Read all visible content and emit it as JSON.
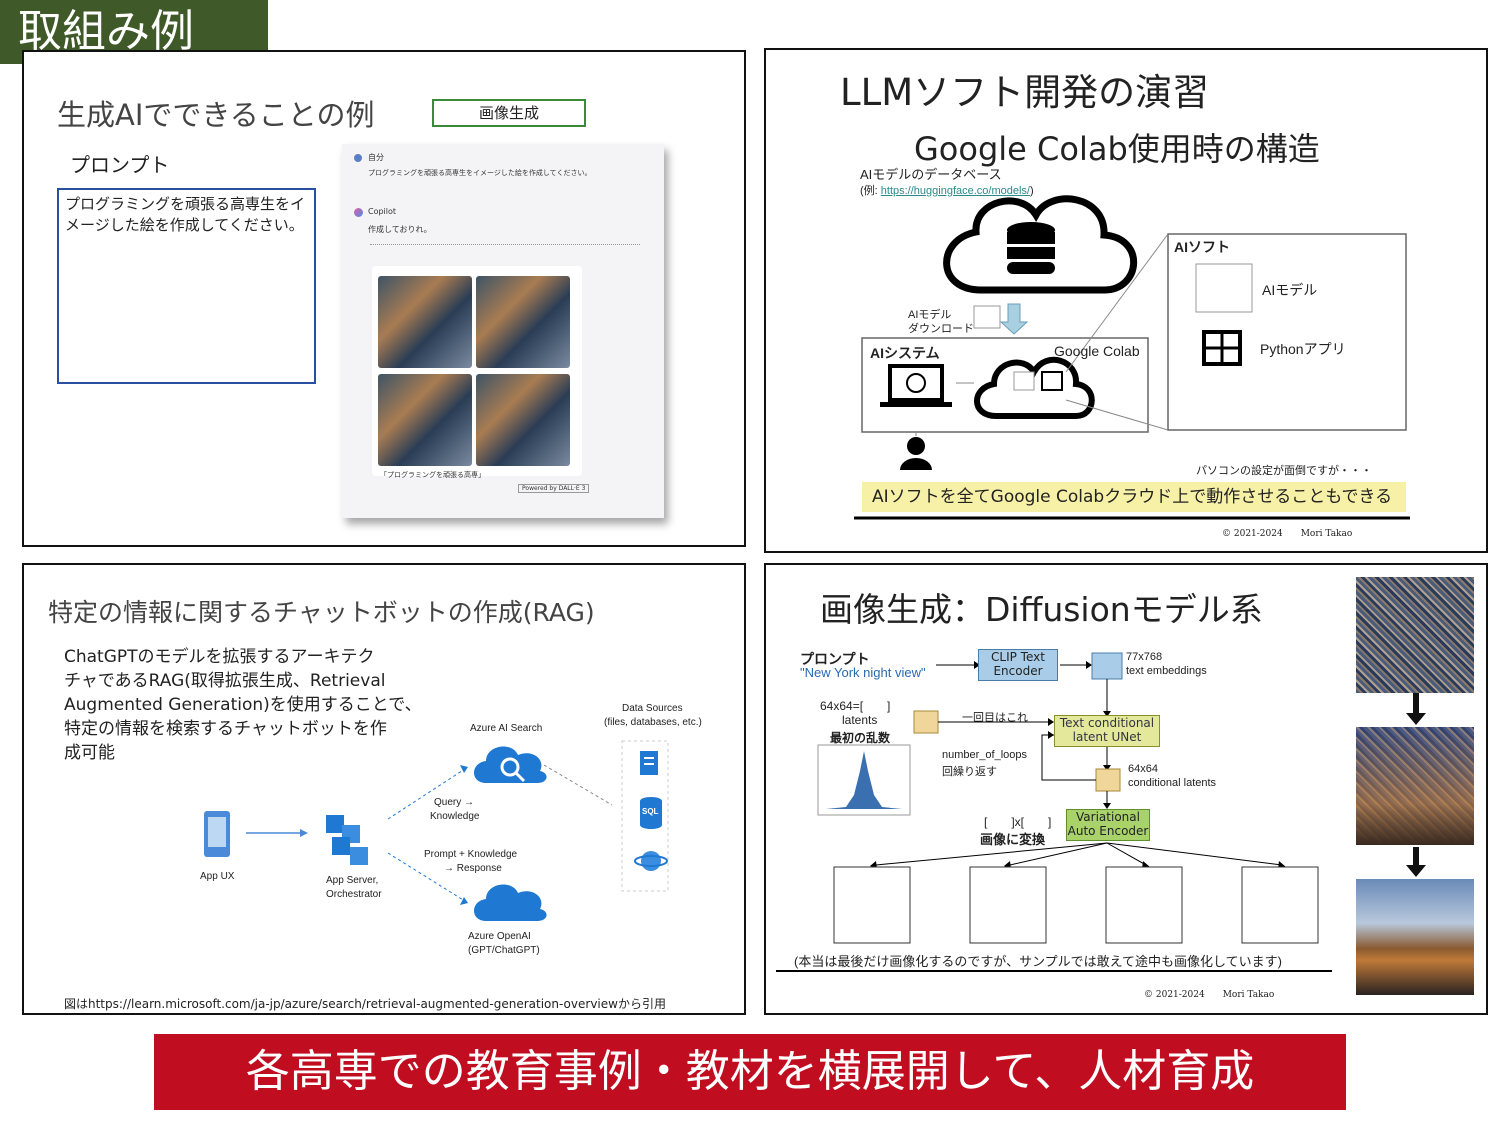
{
  "header_tag": "取組み例",
  "footer": "各高専での教育事例・教材を横展開して、人材育成",
  "panel1": {
    "title": "生成AIでできることの例",
    "badge": "画像生成",
    "prompt_label": "プロンプト",
    "prompt_text": "プログラミングを頑張る高専生をイメージした絵を作成してください。",
    "chat_user": "自分",
    "chat_user_msg": "プログラミングを頑張る高専生をイメージした絵を作成してください。",
    "chat_bot": "Copilot",
    "chat_bot_msg": "作成しておりれ。",
    "chat_caption": "「プログラミングを頑張る高専」",
    "powered": "Powered by DALL·E 3"
  },
  "panel2": {
    "title": "LLMソフト開発の演習",
    "subtitle": "Google Colab使用時の構造",
    "db_label": "AIモデルのデータベース",
    "db_example_prefix": "(例: ",
    "db_example_link": "https://huggingface.co/models/",
    "db_example_suffix": ")",
    "download_label_1": "AIモデル",
    "download_label_2": "ダウンロード",
    "ai_system": "AIシステム",
    "google_colab": "Google Colab",
    "ai_soft": "AIソフト",
    "ai_model": "AIモデル",
    "python_app": "Pythonアプリ",
    "note": "パソコンの設定が面倒ですが・・・",
    "highlight": "AIソフトを全てGoogle Colabクラウド上で動作させることもできる",
    "copyright": "© 2021-2024　　Mori Takao"
  },
  "panel3": {
    "title": "特定の情報に関するチャットボットの作成(RAG)",
    "body_lines": [
      "ChatGPTのモデルを拡張するアーキテク",
      "チャであるRAG(取得拡張生成、Retrieval",
      "Augmented Generation)を使用することで、",
      "特定の情報を検索するチャットボットを作",
      "成可能"
    ],
    "app_ux": "App UX",
    "app_server_1": "App Server,",
    "app_server_2": "Orchestrator",
    "azure_search": "Azure AI Search",
    "query_1": "Query →",
    "query_2": "Knowledge",
    "prompt_1": "Prompt + Knowledge",
    "prompt_2": "→ Response",
    "openai_1": "Azure OpenAI",
    "openai_2": "(GPT/ChatGPT)",
    "data_sources_1": "Data Sources",
    "data_sources_2": "(files, databases, etc.)",
    "sql": "SQL",
    "citation": "図はhttps://learn.microsoft.com/ja-jp/azure/search/retrieval-augmented-generation-overviewから引用"
  },
  "panel4": {
    "title": "画像生成：Diffusionモデル系",
    "prompt_label": "プロンプト",
    "prompt_value": "\"New York night view\"",
    "clip_1": "CLIP Text",
    "clip_2": "Encoder",
    "emb_1": "77x768",
    "emb_2": "text embeddings",
    "lat_1": "64x64=[　　]",
    "lat_2": "latents",
    "lat_3": "最初の乱数",
    "first": "一回目はこれ",
    "unet_1": "Text conditional",
    "unet_2": "latent UNet",
    "loops_1": "number_of_loops",
    "loops_2": "回繰り返す",
    "cond_1": "64x64",
    "cond_2": "conditional latents",
    "vae_1": "Variational",
    "vae_2": "Auto Encoder",
    "conv_1": "[　　]x[　　]",
    "conv_2": "画像に変換",
    "note": "(本当は最後だけ画像化するのですが、サンプルでは敢えて途中も画像化しています)",
    "copyright": "© 2021-2024　　Mori Takao"
  },
  "colors": {
    "tag_bg": "#3f5a28",
    "footer_bg": "#c00d20",
    "highlight_bg": "#f7f1a8",
    "badge_border": "#3a8a3a",
    "prompt_box_border": "#2a4fa0",
    "azure_blue": "#1f78d1"
  }
}
